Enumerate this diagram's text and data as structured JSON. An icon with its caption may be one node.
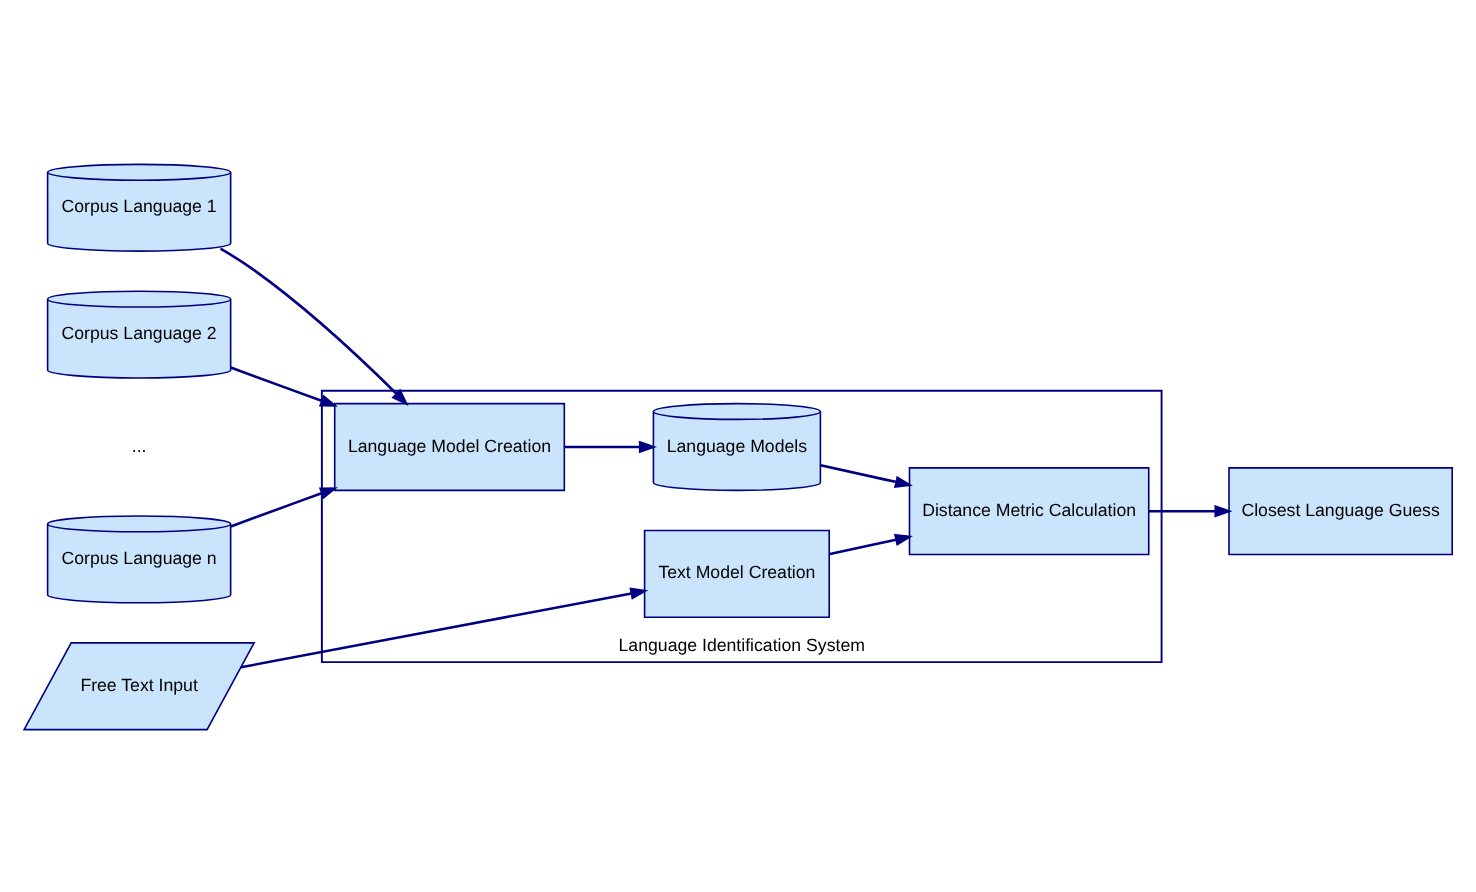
{
  "diagram": {
    "nodes": [
      {
        "text": [
          "Language Identification System"
        ]
      },
      {
        "text": [
          "Corpus Language 1"
        ]
      },
      {
        "text": [
          "Corpus Language 2"
        ]
      },
      {
        "text": [
          "Corpus Language n"
        ]
      },
      {
        "text": [
          "Free Text Input"
        ]
      },
      {
        "text": [
          "Language Model Creation"
        ],
        "in": 0
      },
      {
        "text": [
          "Language Models"
        ],
        "in": 0
      },
      {
        "text": [
          "Text Model Creation"
        ],
        "in": 0
      },
      {
        "text": [
          "Distance Metric Calculation"
        ],
        "in": 0
      },
      {
        "text": [
          "Closest Language Guess"
        ]
      }
    ],
    "edges": [
      {
        "from": 1,
        "to": 5,
        "arrow": "to"
      },
      {
        "from": 2,
        "to": 5,
        "arrow": "to"
      },
      {
        "from": 3,
        "to": 5,
        "arrow": "to"
      },
      {
        "from": 5,
        "to": 6,
        "arrow": "to"
      },
      {
        "from": 6,
        "to": 8,
        "arrow": "to"
      },
      {
        "from": 4,
        "to": 7,
        "arrow": "to"
      },
      {
        "from": 7,
        "to": 8,
        "arrow": "to"
      },
      {
        "from": 8,
        "to": 9,
        "arrow": "to"
      }
    ],
    "labels": [
      "..."
    ]
  }
}
